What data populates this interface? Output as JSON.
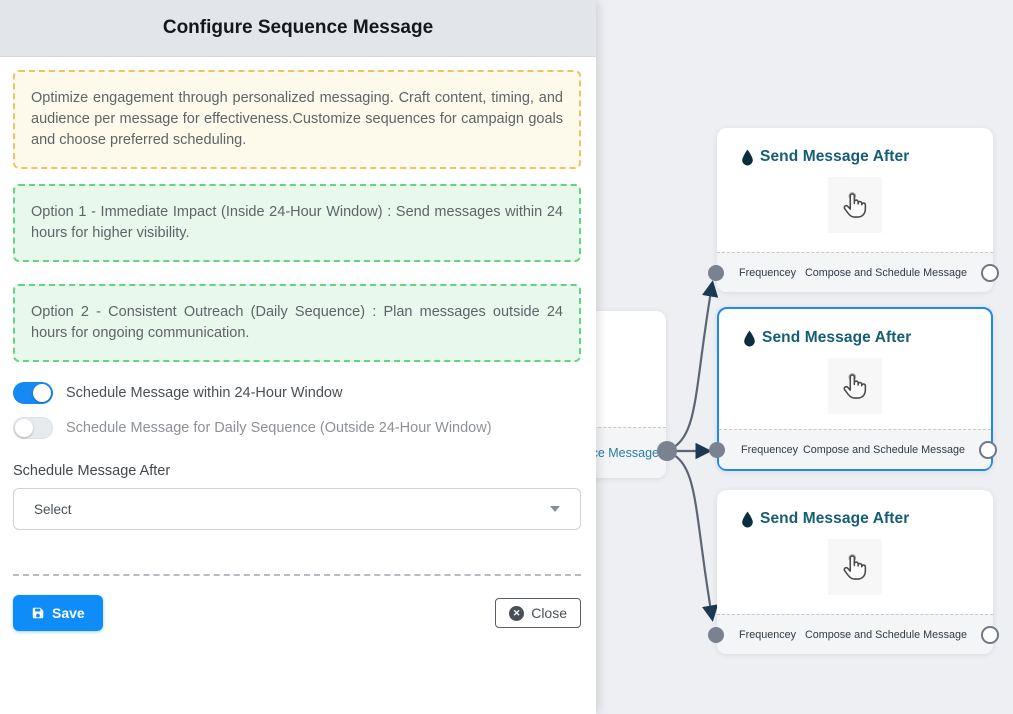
{
  "modal": {
    "title": "Configure Sequence Message",
    "info_note": "Optimize engagement through personalized messaging. Craft content, timing, and audience per message for effectiveness.Customize sequences for campaign goals and choose preferred scheduling.",
    "option1_note": "Option 1 - Immediate Impact (Inside 24-Hour Window) : Send messages within 24 hours for higher visibility.",
    "option2_note": "Option 2 - Consistent Outreach (Daily Sequence) : Plan messages outside 24 hours for ongoing communication.",
    "toggles": [
      {
        "label": "Schedule Message within 24-Hour Window",
        "state": "on"
      },
      {
        "label": "Schedule Message for Daily Sequence (Outside 24-Hour Window)",
        "state": "off"
      }
    ],
    "schedule_after": {
      "label": "Schedule Message After",
      "value": "Select"
    },
    "buttons": {
      "save": "Save",
      "close": "Close"
    }
  },
  "canvas": {
    "partial_node": {
      "label_fragment": "ce Message"
    },
    "nodes": [
      {
        "title": "Send Message After",
        "footer_left": "Frequencey",
        "footer_right": "Compose and Schedule Message",
        "selected": false
      },
      {
        "title": "Send Message After",
        "footer_left": "Frequencey",
        "footer_right": "Compose and Schedule Message",
        "selected": true
      },
      {
        "title": "Send Message After",
        "footer_left": "Frequencey",
        "footer_right": "Compose and Schedule Message",
        "selected": false
      }
    ]
  },
  "colors": {
    "accent_blue": "#0e8cf7",
    "toggle_on": "#1789f2",
    "selected_node_border": "#1e88f5",
    "warning_border": "#f1c262",
    "warning_bg": "#fdfaec",
    "success_border": "#62d57e",
    "success_bg": "#e8f8ed",
    "node_title": "#155e75",
    "edge": "#5b6575",
    "arrowhead": "#1b3a52",
    "canvas_bg": "#edeff3",
    "header_bg": "#e2e6eb"
  }
}
